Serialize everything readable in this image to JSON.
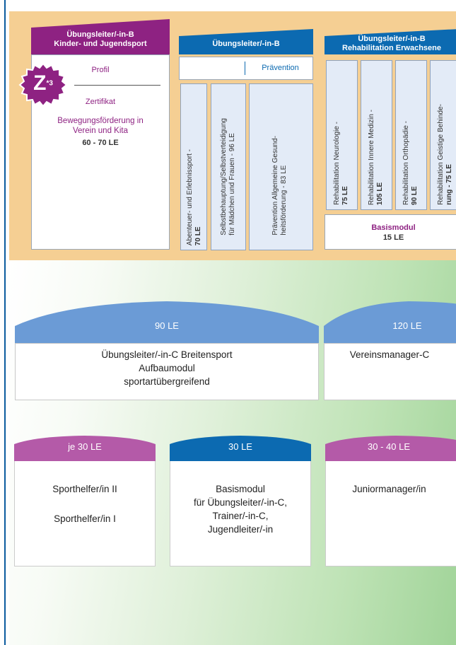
{
  "top": {
    "col1": {
      "header_line1": "Übungsleiter/-in-B",
      "header_line2": "Kinder- und Jugendsport",
      "profil": "Profil",
      "badge_letter": "Z",
      "badge_sup": "*3",
      "zertifikat": "Zertifikat",
      "focus_line1": "Bewegungsförderung in",
      "focus_line2": "Verein und Kita",
      "le": "60 - 70 LE"
    },
    "col2": {
      "header": "Übungsleiter/-in-B",
      "praevention": "Prävention",
      "items": [
        {
          "line1": "Abenteuer- und Erlebnissport -",
          "line2": "70 LE"
        },
        {
          "line1": "Selbstbehauptung/Selbstverteidigung",
          "line2": "für Mädchen und Frauen - 96 LE"
        },
        {
          "line1": "Prävention Allgemeine Gesund-",
          "line2": "heitsförderung - 83 LE"
        }
      ]
    },
    "col3": {
      "header_line1": "Übungsleiter/-in-B",
      "header_line2": "Rehabilitation Erwachsene",
      "items": [
        {
          "line1": "Rehabilitation Neurologie -",
          "line2": "75 LE"
        },
        {
          "line1": "Rehabilitation Innere Medizin -",
          "line2": "105 LE"
        },
        {
          "line1": "Rehabilitation Orthopädie -",
          "line2": "90 LE"
        },
        {
          "line1": "Rehabilitation Geistige Behinde-",
          "line2": "rung - 75 LE"
        }
      ],
      "basis_title": "Basismodul",
      "basis_le": "15 LE"
    }
  },
  "middle": {
    "left": {
      "cap": "90 LE",
      "line1": "Übungsleiter/-in-C Breitensport",
      "line2": "Aufbaumodul",
      "line3": "sportartübergreifend"
    },
    "right": {
      "cap": "120 LE",
      "line1": "Vereinsmanager-C"
    }
  },
  "bottom": {
    "card1": {
      "cap": "je 30 LE",
      "line1": "Sporthelfer/in II",
      "line2": "Sporthelfer/in I"
    },
    "card2": {
      "cap": "30 LE",
      "line1": "Basismodul",
      "line2": "für Übungsleiter/-in-C,",
      "line3": "Trainer/-in-C,",
      "line4": "Jugendleiter/-in"
    },
    "card3": {
      "cap": "30 - 40 LE",
      "line1": "Juniormanager/in"
    }
  },
  "colors": {
    "purple": "#8e2282",
    "blue": "#0c6ab1",
    "light_blue": "#6b9bd6",
    "magenta": "#b45aa8",
    "orange_band": "#f5cf93"
  }
}
